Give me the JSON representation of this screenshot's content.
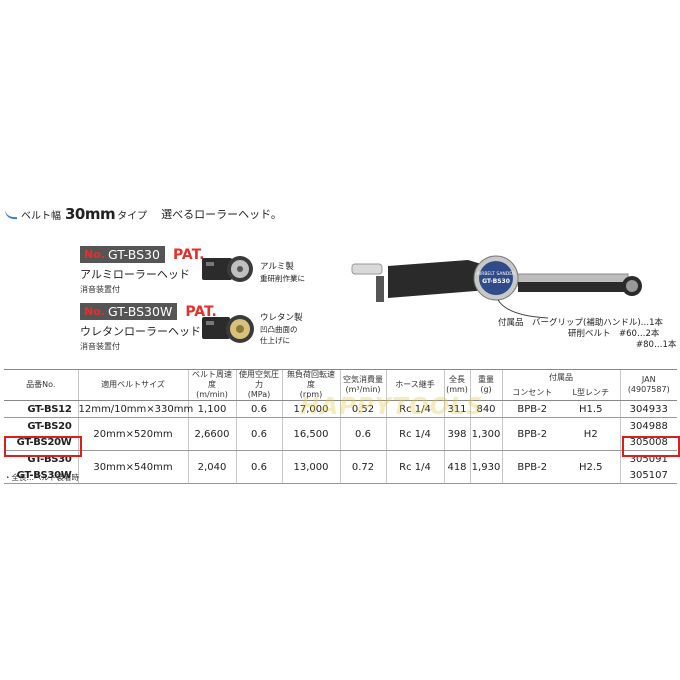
{
  "header": {
    "belt_width_label": "ベルト幅",
    "width_value": "30mm",
    "type_label": "タイプ",
    "tagline": "選べるローラーヘッド。"
  },
  "models": [
    {
      "no_prefix": "No.",
      "code": "GT-BS30",
      "pat": "PAT.",
      "name": "アルミローラーヘッド",
      "sub": "消音装置付",
      "roller_note_1": "アルミ製",
      "roller_note_2": "重研削作業に"
    },
    {
      "no_prefix": "No.",
      "code": "GT-BS30W",
      "pat": "PAT.",
      "name": "ウレタンローラーヘッド",
      "sub": "消音装置付",
      "roller_note_1": "ウレタン製",
      "roller_note_2": "凹凸曲面の",
      "roller_note_3": "仕上げに"
    }
  ],
  "product_image": {
    "label_1": "AIRBELT SANDER",
    "label_2": "GT-BS30"
  },
  "accessories": {
    "line1": "付属品　バーグリップ(補助ハンドル)…1本",
    "line2": "研削ベルト　#60…2本",
    "line3": "#80…1本"
  },
  "table": {
    "headers": {
      "product_no": "品番No.",
      "belt_size": "適用ベルトサイズ",
      "belt_speed": "ベルト周速度\n(m/min)",
      "air_pressure": "使用空気圧力\n(MPa)",
      "no_load_speed": "無負荷回転速度\n(rpm)",
      "air_consumption": "空気消費量\n(m³/min)",
      "hose_joint": "ホース継手",
      "length": "全長\n(mm)",
      "weight": "重量\n(g)",
      "accessories": "付属品",
      "outlet": "コンセント",
      "wrench": "L型レンチ",
      "jan": "JAN\n(4907587)"
    },
    "rows": [
      {
        "names": [
          "GT-BS12"
        ],
        "belt_size": "12mm/10mm×330mm",
        "belt_speed": "1,100",
        "air_pressure": "0.6",
        "no_load_speed": "17,000",
        "air_consumption": "0.52",
        "hose_joint": "Rc 1/4",
        "length": "311",
        "weight": "840",
        "outlet": "BPB-2",
        "wrench": "H1.5",
        "jan": [
          "304933"
        ]
      },
      {
        "names": [
          "GT-BS20",
          "GT-BS20W"
        ],
        "belt_size": "20mm×520mm",
        "belt_speed": "2,6600",
        "air_pressure": "0.6",
        "no_load_speed": "16,500",
        "air_consumption": "0.6",
        "hose_joint": "Rc 1/4",
        "length": "398",
        "weight": "1,300",
        "outlet": "BPB-2",
        "wrench": "H2",
        "jan": [
          "304988",
          "305008"
        ]
      },
      {
        "names": [
          "GT-BS30",
          "GT-BS30W"
        ],
        "belt_size": "30mm×540mm",
        "belt_speed": "2,040",
        "air_pressure": "0.6",
        "no_load_speed": "13,000",
        "air_consumption": "0.72",
        "hose_joint": "Rc 1/4",
        "length": "418",
        "weight": "1,930",
        "outlet": "BPB-2",
        "wrench": "H2.5",
        "jan": [
          "305091",
          "305107"
        ]
      }
    ],
    "footnote": "・全長…ベルト装着時"
  },
  "watermark": "HAPPYTOOLS",
  "colors": {
    "accent_red": "#d8201c",
    "badge_gray": "#555555",
    "swoosh_blue": "#3d7fc4"
  }
}
